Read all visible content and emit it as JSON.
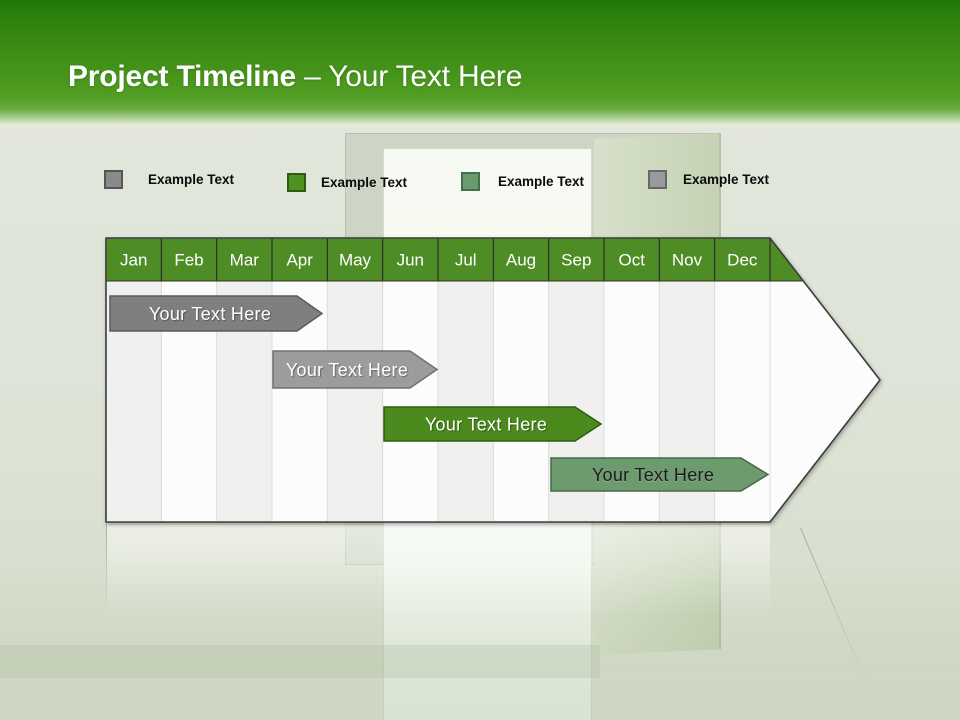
{
  "slide": {
    "title": {
      "primary": "Project Timeline",
      "secondary": "– Your Text Here"
    }
  },
  "legend": {
    "items": [
      {
        "label": "Example Text",
        "color": "#8a8a8a",
        "border": "#565656"
      },
      {
        "label": "Example Text",
        "color": "#4e9220",
        "border": "#2f5b12"
      },
      {
        "label": "Example Text",
        "color": "#6a9a70",
        "border": "#44704e"
      },
      {
        "label": "Example Text",
        "color": "#9a999d",
        "border": "#67666a"
      }
    ]
  },
  "timeline": {
    "months": [
      "Jan",
      "Feb",
      "Mar",
      "Apr",
      "May",
      "Jun",
      "Jul",
      "Aug",
      "Sep",
      "Oct",
      "Nov",
      "Dec"
    ],
    "header_fill": "#4e8d26",
    "body_fill": "#fcfcfc",
    "stripe_fill": "#f0f0ee",
    "outline_color": "#3c3c3c",
    "bars": [
      {
        "label": "Your  Text Here",
        "start": "Jan",
        "end": "Mar",
        "fill": "#7f7f7f",
        "border": "#5a5a5a",
        "text_color": "#ffffff"
      },
      {
        "label": "Your  Text Here",
        "start": "Apr",
        "end": "Jun",
        "fill": "#9c9c9c",
        "border": "#717171",
        "text_color": "#ffffff"
      },
      {
        "label": "Your  Text Here",
        "start": "Jun",
        "end": "Aug",
        "fill": "#4b8b1d",
        "border": "#2f5c10",
        "text_color": "#ffffff"
      },
      {
        "label": "Your  Text Here",
        "start": "Sep",
        "end": "Dec",
        "fill": "#6d9a6e",
        "border": "#446a46",
        "text_color": "#1c1c1c"
      }
    ]
  }
}
